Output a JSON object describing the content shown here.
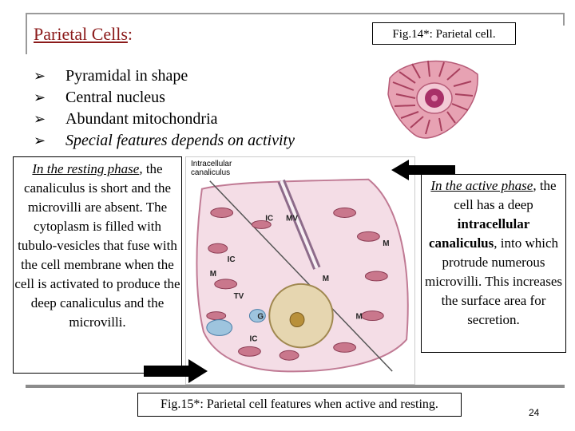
{
  "title": {
    "text": "Parietal Cells",
    "colon": ":"
  },
  "fig14_caption": "Fig.14*: Parietal cell.",
  "bullets": [
    {
      "arrow": "➢",
      "text": "Pyramidal in shape",
      "italic": false
    },
    {
      "arrow": "➢",
      "text": "Central nucleus",
      "italic": false
    },
    {
      "arrow": "➢",
      "text": "Abundant mitochondria",
      "italic": false
    },
    {
      "arrow": "➢",
      "text": "Special features depends on activity",
      "italic": true
    }
  ],
  "left_box": {
    "phase": "In the resting phase",
    "rest": ", the canaliculus is short and the microvilli are absent. The cytoplasm is filled with tubulo-vesicles that fuse with the cell membrane when the cell is activated to produce the deep canaliculus and the microvilli."
  },
  "right_box": {
    "phase": "In the active phase",
    "part1": ", the cell has a deep ",
    "bold": "intracellular canaliculus",
    "part2": ", into which protrude numerous microvilli. This increases the surface area for secretion."
  },
  "diagram_labels": {
    "canaliculus": [
      "Intracellular",
      "canaliculus"
    ],
    "ic1": "IC",
    "ic2": "IC",
    "ic3": "IC",
    "mv": "MV",
    "m1": "M",
    "m2": "M",
    "m3": "M",
    "m4": "M",
    "tv": "TV",
    "g": "G"
  },
  "fig15_caption": "Fig.15*: Parietal cell features when active and resting.",
  "page_number": "24",
  "colors": {
    "title": "#8b1a1a",
    "cell_pink": "#d98aa0",
    "nucleus": "#b03a70",
    "frame": "#9a9a9a"
  }
}
